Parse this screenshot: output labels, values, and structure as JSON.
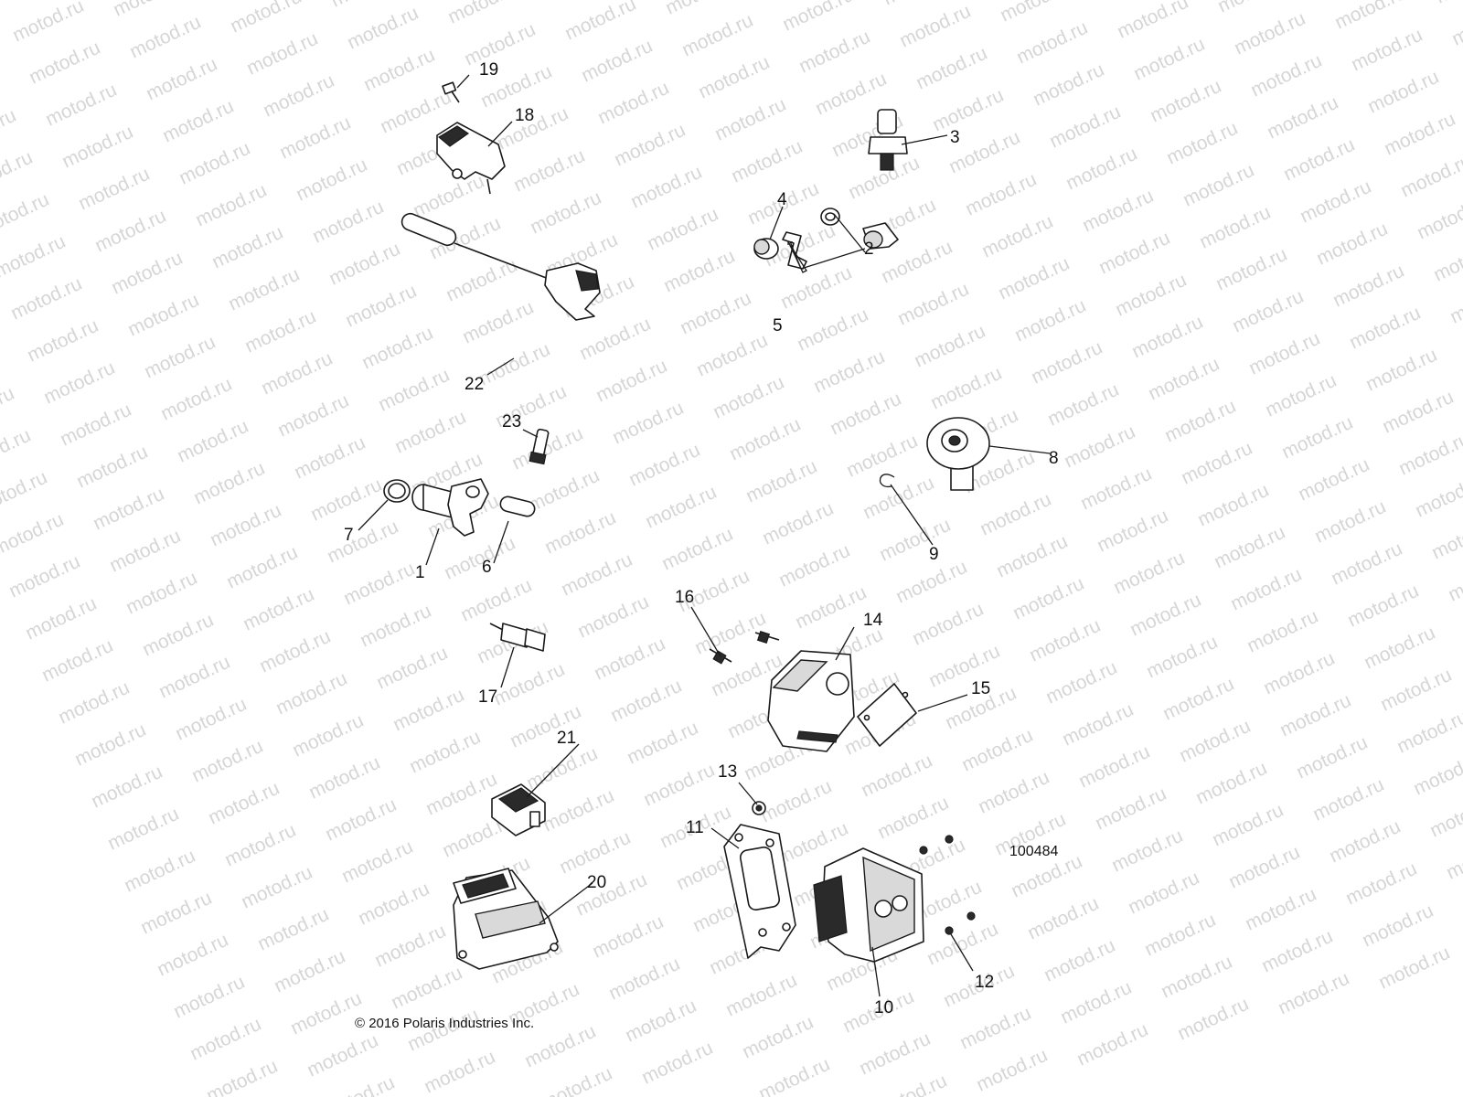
{
  "watermark": {
    "text": "motod.ru"
  },
  "callouts": {
    "c1": "1",
    "c2": "2",
    "c3": "3",
    "c4": "4",
    "c5": "5",
    "c6": "6",
    "c7": "7",
    "c8": "8",
    "c9": "9",
    "c10": "10",
    "c11": "11",
    "c12": "12",
    "c13": "13",
    "c14": "14",
    "c15": "15",
    "c16": "16",
    "c17": "17",
    "c18": "18",
    "c19": "19",
    "c20": "20",
    "c21": "21",
    "c22": "22",
    "c23": "23"
  },
  "reference_number": "100484",
  "copyright": "© 2016 Polaris Industries Inc."
}
